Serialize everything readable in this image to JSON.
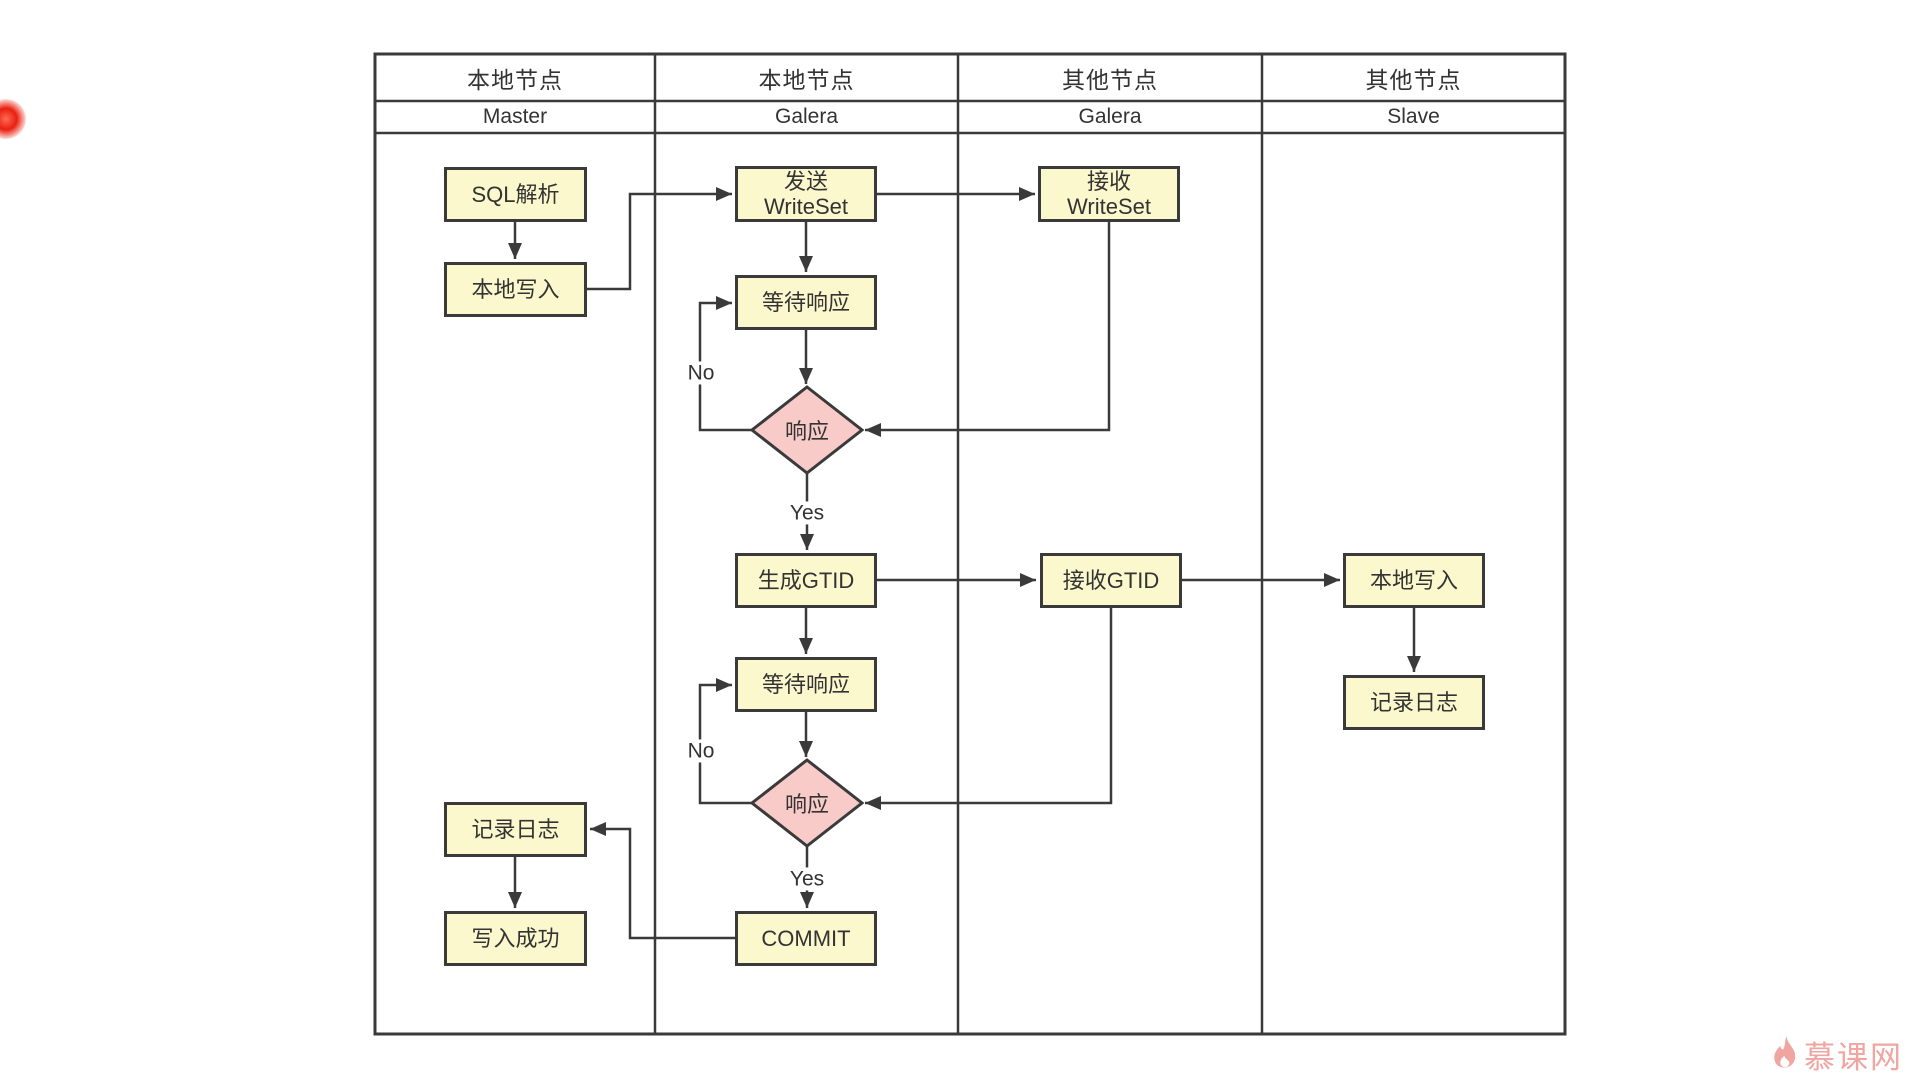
{
  "colors": {
    "node-fill": "#fcf8cd",
    "node-border": "#3a3a3a",
    "decision-fill": "#f8cbc8",
    "line": "#3a3a3a",
    "text": "#333333",
    "watermark": "#f0a5a1",
    "record-dot": "#e82010"
  },
  "lanes": [
    {
      "title": "本地节点",
      "subtitle": "Master"
    },
    {
      "title": "本地节点",
      "subtitle": "Galera"
    },
    {
      "title": "其他节点",
      "subtitle": "Galera"
    },
    {
      "title": "其他节点",
      "subtitle": "Slave"
    }
  ],
  "nodes": [
    {
      "id": "sql-parse",
      "label": "SQL解析"
    },
    {
      "id": "local-write-master",
      "label": "本地写入"
    },
    {
      "id": "log-master",
      "label": "记录日志"
    },
    {
      "id": "write-success",
      "label": "写入成功"
    },
    {
      "id": "send-writeset",
      "label": "发送\nWriteSet"
    },
    {
      "id": "wait-response-1",
      "label": "等待响应"
    },
    {
      "id": "generate-gtid",
      "label": "生成GTID"
    },
    {
      "id": "wait-response-2",
      "label": "等待响应"
    },
    {
      "id": "commit",
      "label": "COMMIT"
    },
    {
      "id": "receive-writeset",
      "label": "接收\nWriteSet"
    },
    {
      "id": "receive-gtid",
      "label": "接收GTID"
    },
    {
      "id": "local-write-slave",
      "label": "本地写入"
    },
    {
      "id": "log-slave",
      "label": "记录日志"
    }
  ],
  "decisions": [
    {
      "id": "response-1",
      "label": "响应"
    },
    {
      "id": "response-2",
      "label": "响应"
    }
  ],
  "edge_labels": [
    {
      "text": "No"
    },
    {
      "text": "Yes"
    },
    {
      "text": "No"
    },
    {
      "text": "Yes"
    }
  ],
  "watermark": {
    "text": "慕课网",
    "icon": "flame-icon"
  }
}
